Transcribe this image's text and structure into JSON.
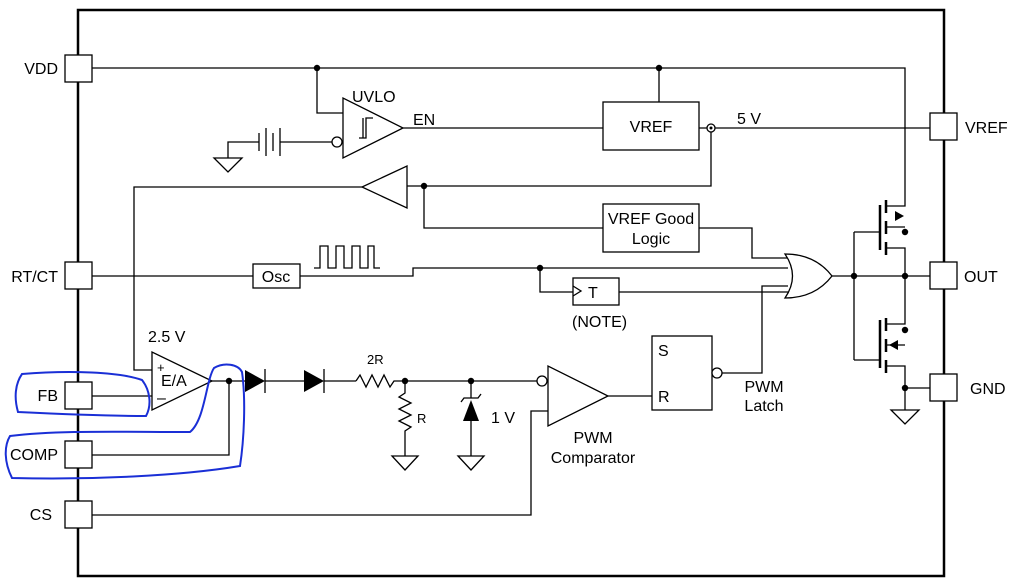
{
  "pins": {
    "vdd": "VDD",
    "rtct": "RT/CT",
    "fb": "FB",
    "comp": "COMP",
    "cs": "CS",
    "vref": "VREF",
    "out": "OUT",
    "gnd": "GND"
  },
  "blocks": {
    "uvlo": "UVLO",
    "en": "EN",
    "vref": "VREF",
    "five_v": "5 V",
    "vref_good_line1": "VREF Good",
    "vref_good_line2": "Logic",
    "osc": "Osc",
    "t": "T",
    "note": "(NOTE)",
    "ref_2v5": "2.5 V",
    "ea": "E/A",
    "ea_plus": "+",
    "ea_minus": "–",
    "r2": "2R",
    "r1": "R",
    "one_v": "1 V",
    "pwm_comp_line1": "PWM",
    "pwm_comp_line2": "Comparator",
    "s": "S",
    "r": "R",
    "pwm_latch_line1": "PWM",
    "pwm_latch_line2": "Latch"
  },
  "colors": {
    "ink": "#000000",
    "annotation": "#1a2fd6"
  }
}
